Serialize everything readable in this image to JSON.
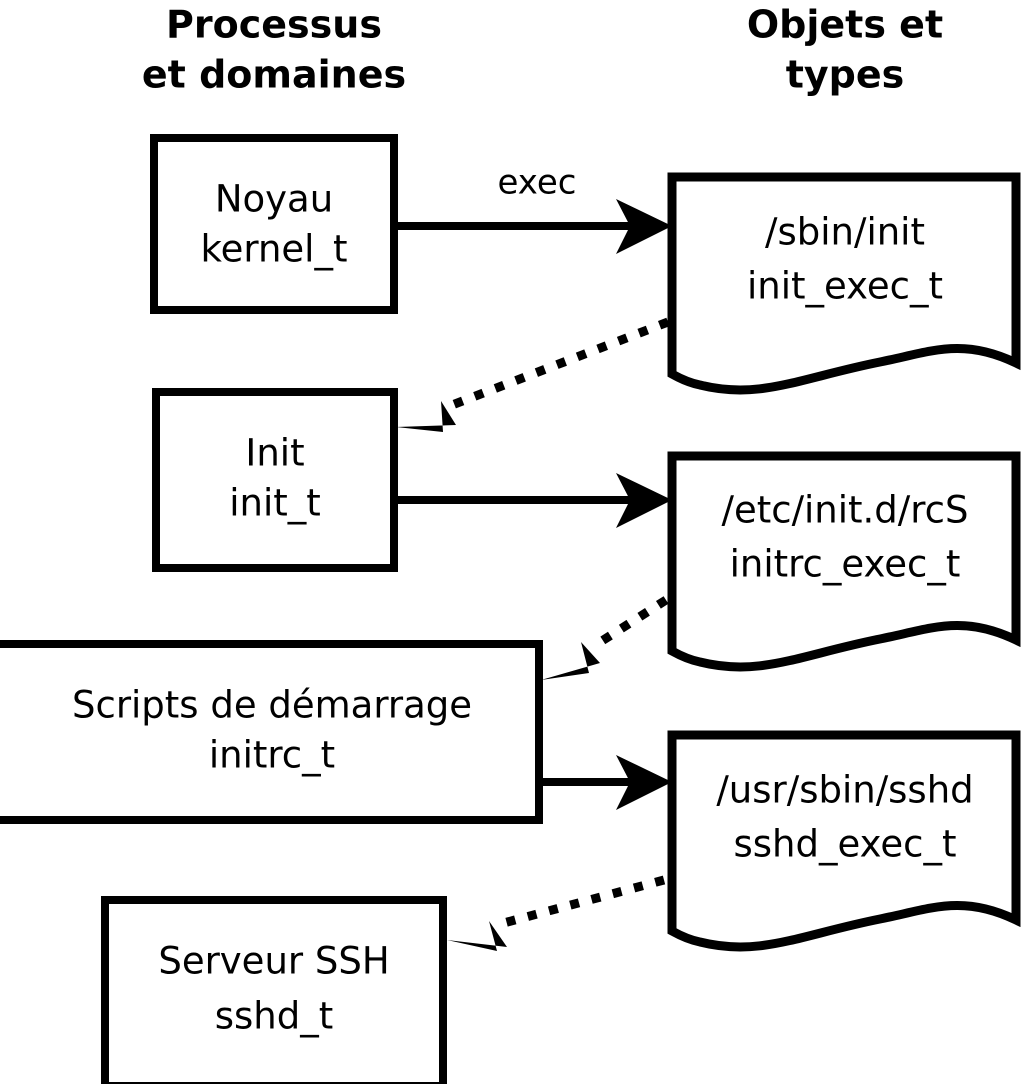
{
  "columns": {
    "left": {
      "title_line1": "Processus",
      "title_line2": "et domaines"
    },
    "right": {
      "title_line1": "Objets et",
      "title_line2": "types"
    }
  },
  "process_nodes": [
    {
      "id": "kernel",
      "line1": "Noyau",
      "line2": "kernel_t"
    },
    {
      "id": "init",
      "line1": "Init",
      "line2": "init_t"
    },
    {
      "id": "initrc",
      "line1": "Scripts de démarrage",
      "line2": "initrc_t"
    },
    {
      "id": "sshd",
      "line1": "Serveur SSH",
      "line2": "sshd_t"
    }
  ],
  "object_nodes": [
    {
      "id": "init_exec",
      "line1": "/sbin/init",
      "line2": "init_exec_t"
    },
    {
      "id": "initrc_exec",
      "line1": "/etc/init.d/rcS",
      "line2": "initrc_exec_t"
    },
    {
      "id": "sshd_exec",
      "line1": "/usr/sbin/sshd",
      "line2": "sshd_exec_t"
    }
  ],
  "edges": [
    {
      "id": "kernel-to-init_exec",
      "label": "exec",
      "style": "solid",
      "from": "kernel",
      "to": "init_exec"
    },
    {
      "id": "init_exec-to-init",
      "label": "",
      "style": "dotted",
      "from": "init_exec",
      "to": "init"
    },
    {
      "id": "init-to-initrc_exec",
      "label": "",
      "style": "solid",
      "from": "init",
      "to": "initrc_exec"
    },
    {
      "id": "initrc_exec-to-initrc",
      "label": "",
      "style": "dotted",
      "from": "initrc_exec",
      "to": "initrc"
    },
    {
      "id": "initrc-to-sshd_exec",
      "label": "",
      "style": "solid",
      "from": "initrc",
      "to": "sshd_exec"
    },
    {
      "id": "sshd_exec-to-sshd",
      "label": "",
      "style": "dotted",
      "from": "sshd_exec",
      "to": "sshd"
    }
  ],
  "colors": {
    "background": "#ffffff",
    "stroke": "#000000",
    "text": "#000000"
  }
}
